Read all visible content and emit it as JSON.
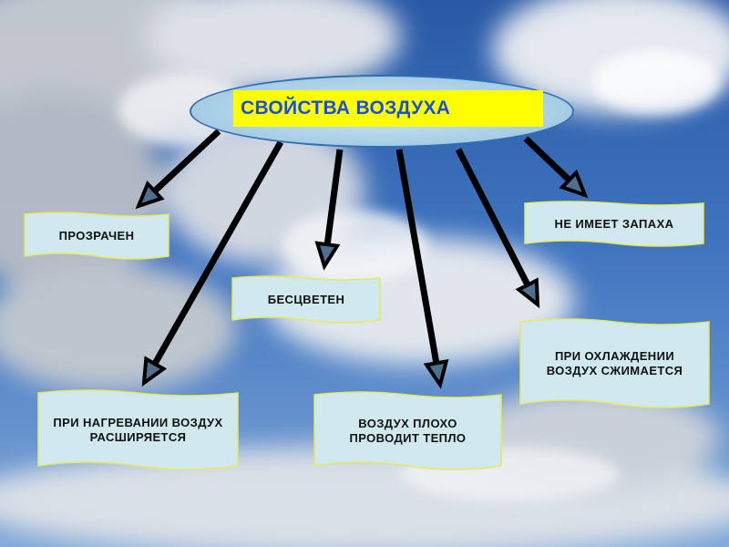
{
  "title": "СВОЙСТВА ВОЗДУХА",
  "properties": [
    {
      "id": "transparent",
      "label": "ПРОЗРАЧЕН"
    },
    {
      "id": "no-smell",
      "label": "НЕ ИМЕЕТ ЗАПАХА"
    },
    {
      "id": "colorless",
      "label": "БЕСЦВЕТЕН"
    },
    {
      "id": "compresses",
      "label": "ПРИ ОХЛАЖДЕНИИ ВОЗДУХ СЖИМАЕТСЯ"
    },
    {
      "id": "expands",
      "label": "ПРИ НАГРЕВАНИИ ВОЗДУХ РАСШИРЯЕТСЯ"
    },
    {
      "id": "poor-conductor",
      "label": "ВОЗДУХ ПЛОХО ПРОВОДИТ ТЕПЛО"
    }
  ],
  "colors": {
    "title_fill": "#ffff00",
    "title_text": "#1a4fd8",
    "box_fill": "#cfe9ee",
    "box_border": "#e8e85a",
    "arrow": "#000000"
  }
}
